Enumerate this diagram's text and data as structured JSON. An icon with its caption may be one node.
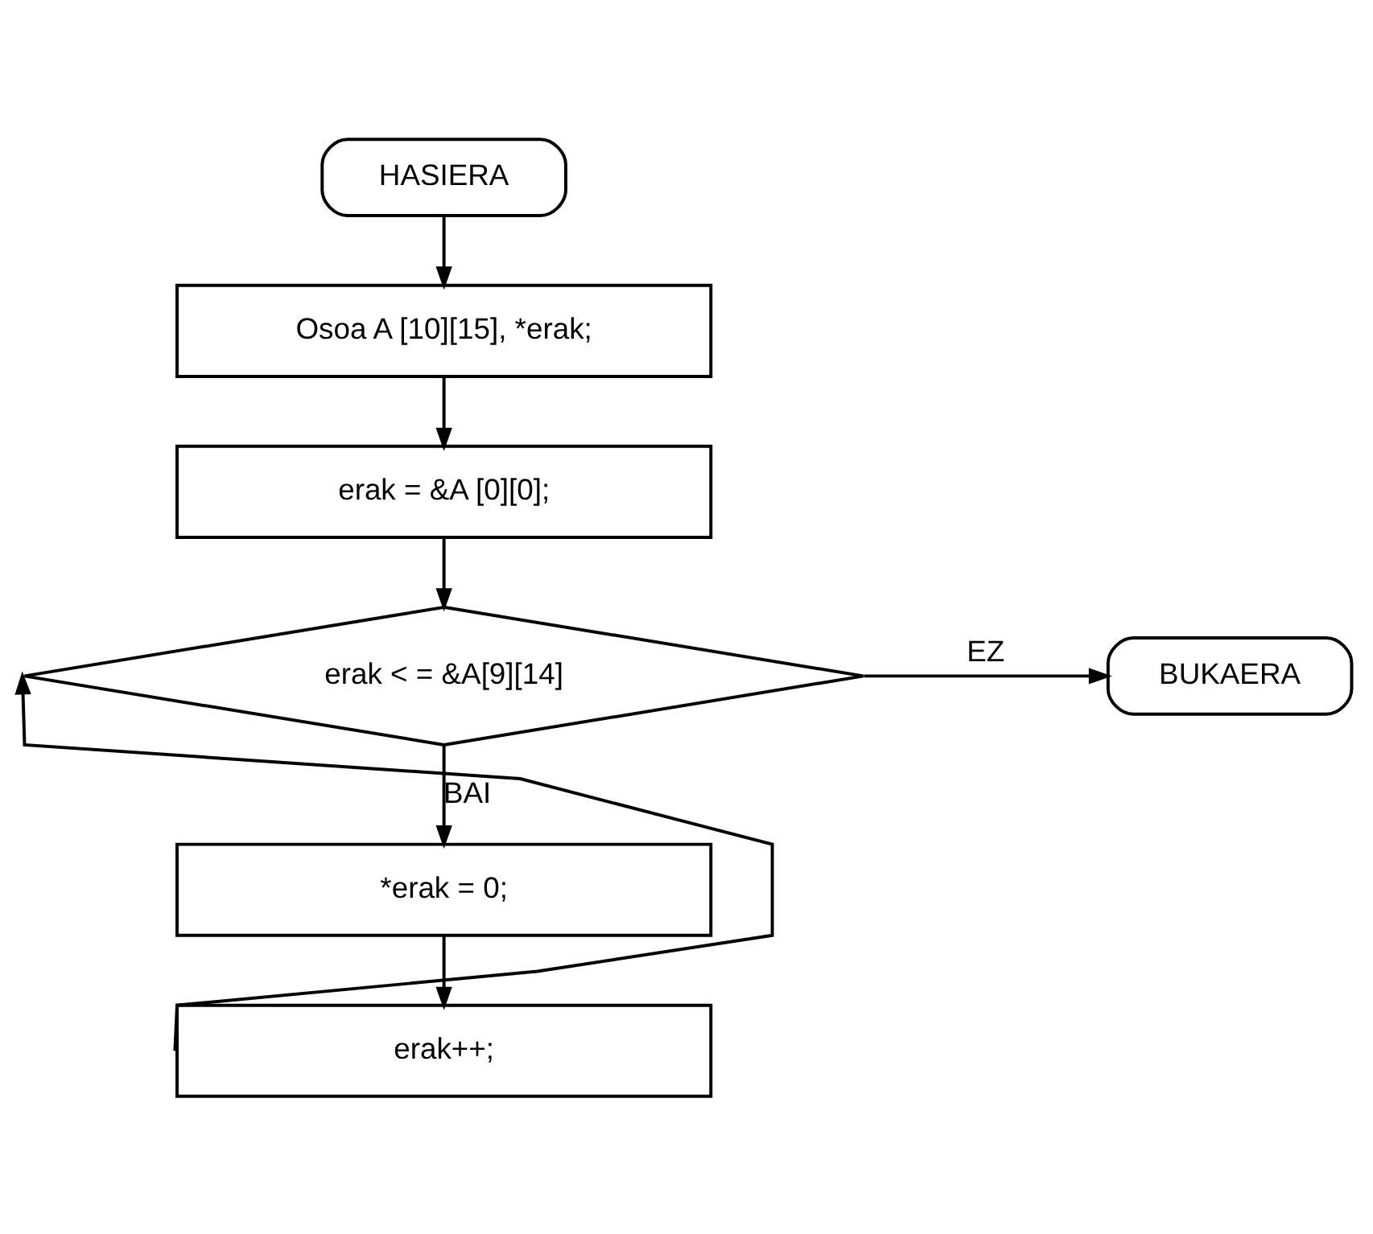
{
  "diagram": {
    "nodes": [
      {
        "text": [
          "HASIERA"
        ]
      },
      {
        "text": [
          "Osoa A [10][15], *erak;"
        ]
      },
      {
        "text": [
          "erak = &A [0][0];"
        ]
      },
      {
        "text": [
          "erak < = &A[9][14]"
        ]
      },
      {
        "text": [
          "BUKAERA"
        ]
      },
      {
        "text": [
          "*erak = 0;"
        ]
      },
      {
        "text": [
          "erak++;"
        ]
      }
    ],
    "edges": [
      {
        "from": 0,
        "to": 1,
        "arrow": "to"
      },
      {
        "from": 1,
        "to": 2,
        "arrow": "to"
      },
      {
        "from": 2,
        "to": 3,
        "arrow": "to"
      },
      {
        "from": 3,
        "to": 4,
        "arrow": "to",
        "label": "EZ"
      },
      {
        "from": 3,
        "to": 5,
        "arrow": "to",
        "label": "BAI"
      },
      {
        "from": 5,
        "to": 6,
        "arrow": "to"
      },
      {
        "from": 6,
        "to": 3,
        "arrow": "to"
      }
    ]
  }
}
